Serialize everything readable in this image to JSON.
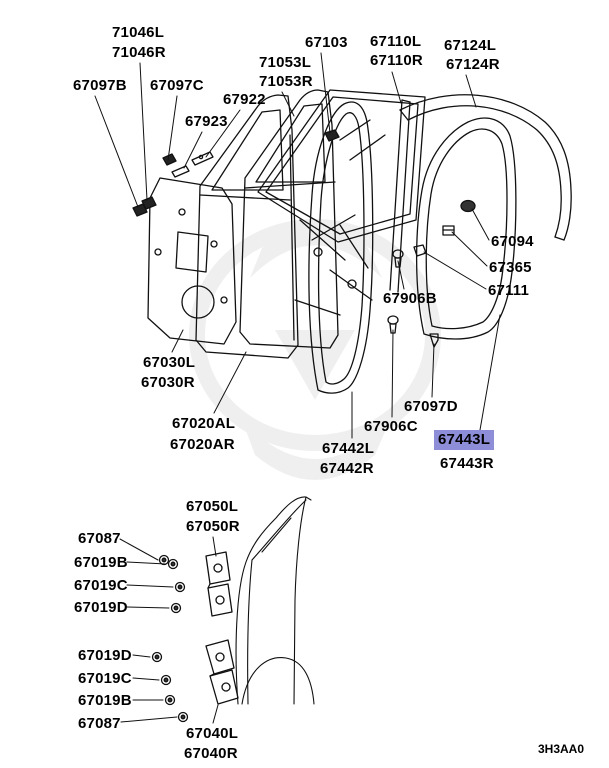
{
  "page": {
    "diagram_code": "3H3AA0",
    "background": "#ffffff",
    "highlight": {
      "part": "67443L",
      "color": "#8e8ed8"
    }
  },
  "labels": [
    {
      "text": "71046L"
    },
    {
      "text": "71046R"
    },
    {
      "text": "67097B"
    },
    {
      "text": "67097C"
    },
    {
      "text": "67922"
    },
    {
      "text": "67923"
    },
    {
      "text": "71053L"
    },
    {
      "text": "71053R"
    },
    {
      "text": "67103"
    },
    {
      "text": "67110L"
    },
    {
      "text": "67110R"
    },
    {
      "text": "67124L"
    },
    {
      "text": "67124R"
    },
    {
      "text": "67094"
    },
    {
      "text": "67365"
    },
    {
      "text": "67111"
    },
    {
      "text": "67906B"
    },
    {
      "text": "67030L"
    },
    {
      "text": "67030R"
    },
    {
      "text": "67020AL"
    },
    {
      "text": "67020AR"
    },
    {
      "text": "67097D"
    },
    {
      "text": "67906C"
    },
    {
      "text": "67442L"
    },
    {
      "text": "67442R"
    },
    {
      "text": "67443L",
      "highlighted": true
    },
    {
      "text": "67443R"
    },
    {
      "text": "67050L"
    },
    {
      "text": "67050R"
    },
    {
      "text": "67087"
    },
    {
      "text": "67019B"
    },
    {
      "text": "67019C"
    },
    {
      "text": "67019D"
    },
    {
      "text": "67019D"
    },
    {
      "text": "67019C"
    },
    {
      "text": "67019B"
    },
    {
      "text": "67087"
    },
    {
      "text": "67040L"
    },
    {
      "text": "67040R"
    }
  ]
}
